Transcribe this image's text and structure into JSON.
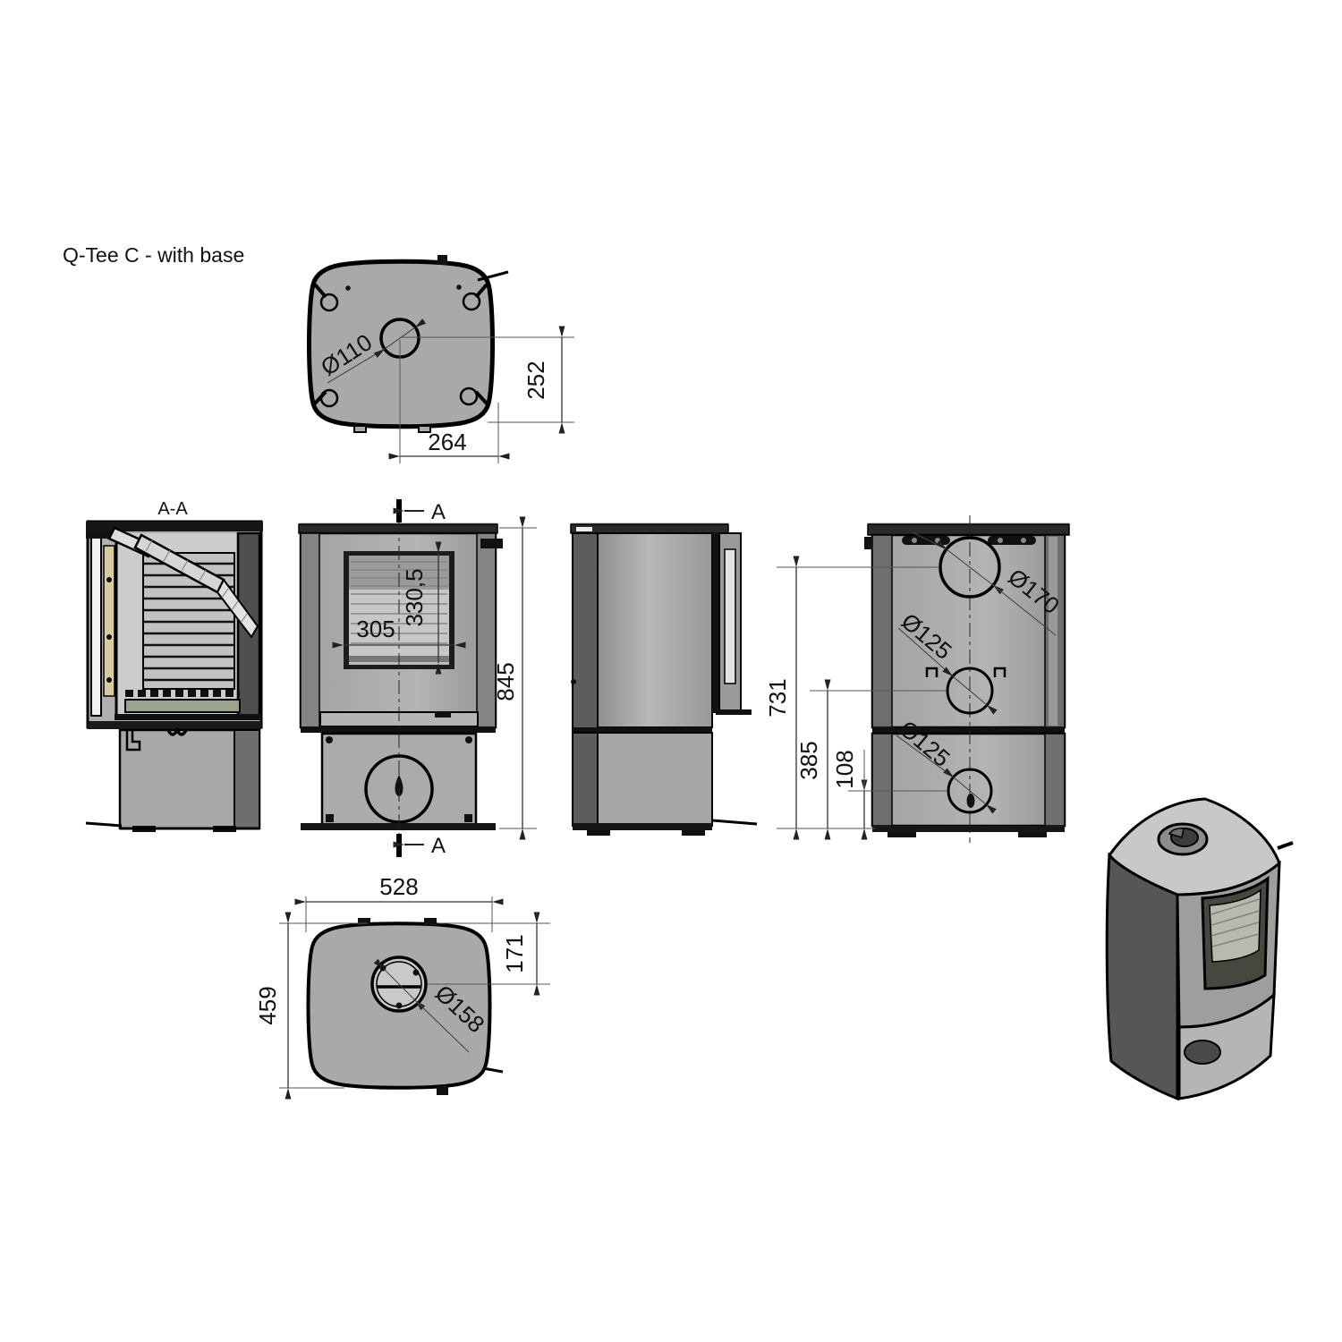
{
  "title": "Q-Tee C - with base",
  "section_label": "A-A",
  "section_marker_top": "A",
  "section_marker_bottom": "A",
  "dims": {
    "top_flue_diameter": "Ø110",
    "top_center_to_back": "252",
    "top_center_to_side": "264",
    "window_width": "305",
    "window_height": "330,5",
    "total_height": "845",
    "rear_flue_diameter": "Ø170",
    "rear_mid_diameter": "Ø125",
    "rear_low_diameter": "Ø125",
    "flue_center_height": "731",
    "mid_center_height": "385",
    "low_center_height": "108",
    "base_width": "528",
    "base_depth": "459",
    "bottom_center_offset": "171",
    "bottom_intake_diameter": "Ø158"
  },
  "colors": {
    "body_gray": "#ababab",
    "panel_dark": "#5d5d5d",
    "glass_gray": "#c7c7c7",
    "gasket_beige": "#d8c9a2",
    "grate_green": "#9aa38d",
    "line_black": "#111111"
  }
}
